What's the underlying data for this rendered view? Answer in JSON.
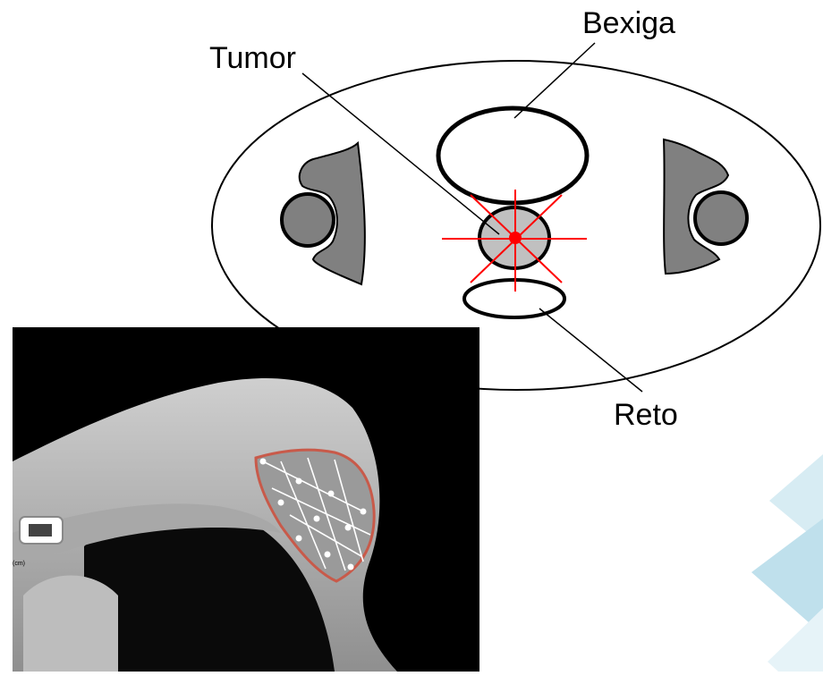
{
  "diagram": {
    "labels": {
      "bladder": "Bexiga",
      "tumor": "Tumor",
      "rectum": "Reto"
    }
  },
  "ct_image": {
    "tiny_text": "(cm)"
  },
  "colors": {
    "bone": "#808080",
    "tumor_fill": "#c0c0c0",
    "crosshair": "#ff0000",
    "contour": "#c85a4a",
    "deco_blue_1": "#d7ecf3",
    "deco_blue_2": "#bfe0ec"
  }
}
